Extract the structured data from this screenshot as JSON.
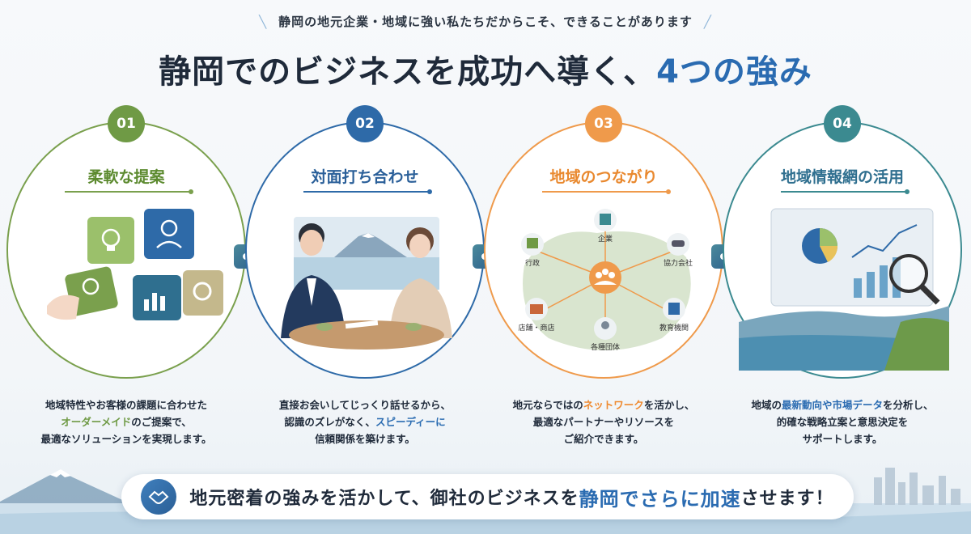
{
  "eyebrow": "静岡の地元企業・地域に強い私たちだからこそ、できることがあります",
  "headline": {
    "main": "静岡でのビジネスを成功へ導く、",
    "accent": "4つの強み"
  },
  "cards": [
    {
      "number": "01",
      "title": "柔軟な提案",
      "desc": {
        "l1": "地域特性やお客様の課題に合わせた",
        "l2_hl": "オーダーメイド",
        "l2": "のご提案で、",
        "l3": "最適なソリューションを実現します。"
      }
    },
    {
      "number": "02",
      "title": "対面打ち合わせ",
      "desc": {
        "l1": "直接お会いしてじっくり話せるから、",
        "l2": "認識のズレがなく、",
        "l2_hl": "スピーディーに",
        "l3": "信頼関係を築けます。"
      }
    },
    {
      "number": "03",
      "title": "地域のつながり",
      "desc": {
        "l1_a": "地元ならではの",
        "l1_hl": "ネットワーク",
        "l1_b": "を活かし、",
        "l2": "最適なパートナーやリソースを",
        "l3": "ご紹介できます。"
      },
      "network": {
        "top": "企業",
        "left_top": "行政",
        "right_top": "協力会社",
        "left_bottom": "店舗・商店",
        "right_bottom": "教育機関",
        "bottom": "各種団体"
      }
    },
    {
      "number": "04",
      "title": "地域情報網の活用",
      "desc": {
        "l1_a": "地域の",
        "l1_hl": "最新動向や市場データ",
        "l1_b": "を分析し、",
        "l2": "的確な戦略立案と意思決定を",
        "l3": "サポートします。"
      }
    }
  ],
  "footer": {
    "pre": "地元密着の強みを活かして、御社のビジネスを",
    "hl": "静岡でさらに加速",
    "post": "させます！"
  },
  "colors": {
    "green": "#6f9a45",
    "blue": "#2e6aa8",
    "orange": "#ef9a4b",
    "teal": "#3b8a90"
  }
}
